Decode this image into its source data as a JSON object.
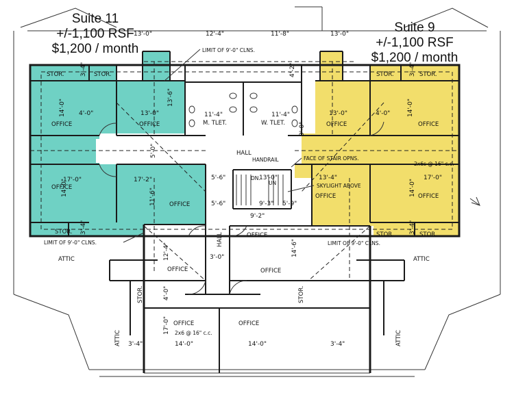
{
  "suites": {
    "left": {
      "name": "Suite 11",
      "size": "+/-1,100 RSF",
      "rent": "$1,200 / month",
      "color": "#6fd1c4"
    },
    "right": {
      "name": "Suite 9",
      "size": "+/-1,100 RSF",
      "rent": "$1,200 / month",
      "color": "#f2de6b"
    }
  },
  "dimensions": {
    "top_left": "13'-0\"",
    "top_mid_left": "12'-4\"",
    "top_mid_right": "11'-8\"",
    "top_right": "13'-0\"",
    "toilet_w1": "11'-4\"",
    "toilet_w2": "11'-4\"",
    "d_4_2": "4'-2\"",
    "left_office_h1": "14'-0\"",
    "left_office_w1": "4'-0\"",
    "left_office_w2": "13'-0\"",
    "left_office_h2": "14'-0\"",
    "left_office_w3": "17'-0\"",
    "left_office_w4": "17'-2\"",
    "left_office_h3": "11'-6\"",
    "stor_tl": "3'-4\"",
    "stor_bl": "3'-4\"",
    "hall_width": "5'-0\"",
    "d_5_6a": "5'-6\"",
    "d_5_6b": "5'-6\"",
    "stair_w": "13'-0\"",
    "stair_w2": "9'-3\"",
    "stair_l": "5'-9\"",
    "d_9_2": "9'-2\"",
    "right_office_w1": "13'-0\"",
    "right_office_w2": "4'-0\"",
    "right_office_h1": "14'-0\"",
    "right_office_w3": "13'-4\"",
    "right_office_w4": "17'-0\"",
    "right_office_h2": "14'-0\"",
    "right_stor_tr": "3'-4\"",
    "right_stor_br": "3'-4\"",
    "lower_12_4": "12'-4\"",
    "lower_14_6": "14'-6\"",
    "lower_3_0": "3'-0\"",
    "lower_4_0": "4'-0\"",
    "lower_17_0": "17'-0\"",
    "bottom_3_4a": "3'-4\"",
    "bottom_14_0a": "14'-0\"",
    "bottom_14_0b": "14'-0\"",
    "bottom_3_4b": "3'-4\"",
    "room_9_0": "9'-0\"",
    "d_13_6": "13'-6\""
  },
  "labels": {
    "office": "OFFICE",
    "stor": "STOR.",
    "m_toilet": "M. TLET.",
    "w_toilet": "W. TLET.",
    "hall": "HALL",
    "handrail": "HANDRAIL",
    "face_of_stair": "FACE OF STAIR OPNS.",
    "skylight": "SKYLIGHT ABOVE",
    "limit_clns_top": "LIMIT OF 9'-0\" CLNS.",
    "limit_clns_left": "LIMIT OF 9'-0\" CLNS.",
    "limit_clns_right": "LIMIT OF 9'-0\" CLNS.",
    "attic": "ATTIC",
    "studs_right": "2x6s @ 16\" c.c.",
    "studs_bottom": "2x6 @ 16\" c.c.",
    "dn": "DN.",
    "un": "UN",
    "hall_vertical": "HALL"
  }
}
